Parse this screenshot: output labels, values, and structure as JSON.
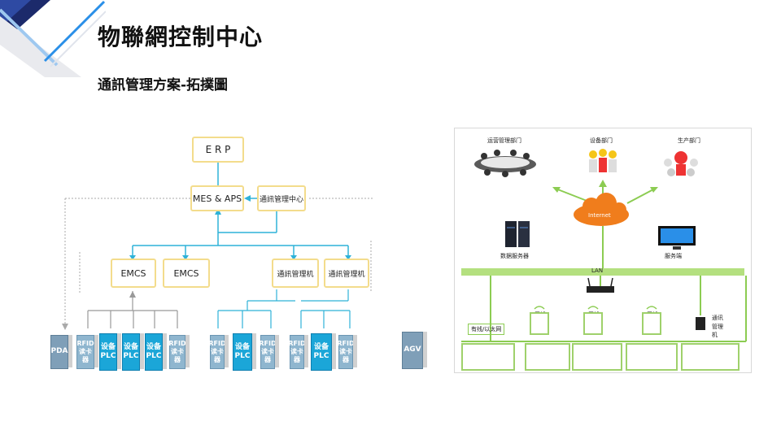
{
  "header": {
    "title": "物聯網控制中心",
    "subtitle": "通訊管理方案-拓撲圖"
  },
  "left_diagram": {
    "erp": "E R P",
    "mes_aps": "MES & APS",
    "comm_center": "通訊管理中心",
    "emcs_1": "EMCS",
    "emcs_2": "EMCS",
    "comm_machine_1": "通訊管理机",
    "comm_machine_2": "通訊管理机",
    "pda": "PDA",
    "agv": "AGV",
    "rfid_reader": "RFID\n读卡\n器",
    "device_plc": "设备\nPLC"
  },
  "right_diagram": {
    "dept_ops": "运营管理部门",
    "dept_equipment": "设备部门",
    "dept_production": "生产部门",
    "internet": "Internet",
    "data_server": "数据服务器",
    "server_end": "服务端",
    "lan": "LAN",
    "wired_network": "有线/以太网",
    "wireless_1": "无线",
    "wireless_2": "无线",
    "wireless_3": "无线",
    "comm_manager": "通讯\n管理\n机"
  },
  "colors": {
    "connector_blue": "#2fb2d8",
    "box_border": "#f3dc8c",
    "arrow_green": "#8ccc52",
    "internet_orange": "#f07d1c",
    "lan_green": "#b4e07f"
  }
}
